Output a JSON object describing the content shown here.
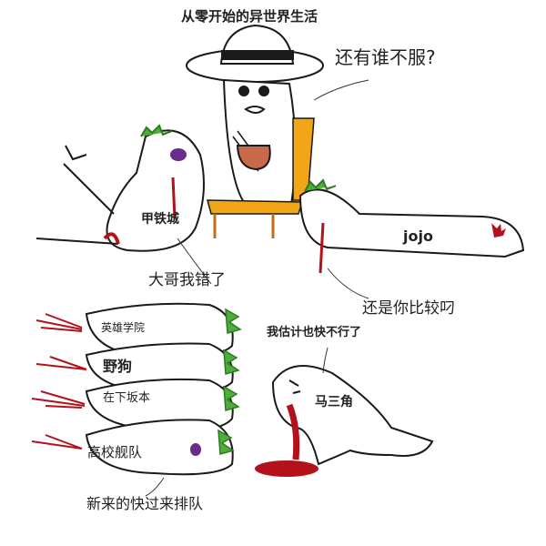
{
  "meme": {
    "title": "从零开始的异世界生活",
    "boss_speech": "还有谁不服?",
    "characters": {
      "left_victim": "甲铁城",
      "long_body": "jojo",
      "stack": [
        "英雄学院",
        "野狗",
        "在下坂本",
        "高校舰队"
      ],
      "dying": "马三角"
    },
    "captions": {
      "left_victim_say": "大哥我错了",
      "jojo_say": "还是你比较叼",
      "dying_say": "我估计也快不行了",
      "stack_say": "新来的快过来排队"
    }
  },
  "colors": {
    "background": "#ffffff",
    "line": "#1a1a1a",
    "blood": "#b3121a",
    "leaf": "#4caf3a",
    "chair": "#f2a516",
    "bruise": "#6a2c8a",
    "bowl": "#c86a4a"
  }
}
